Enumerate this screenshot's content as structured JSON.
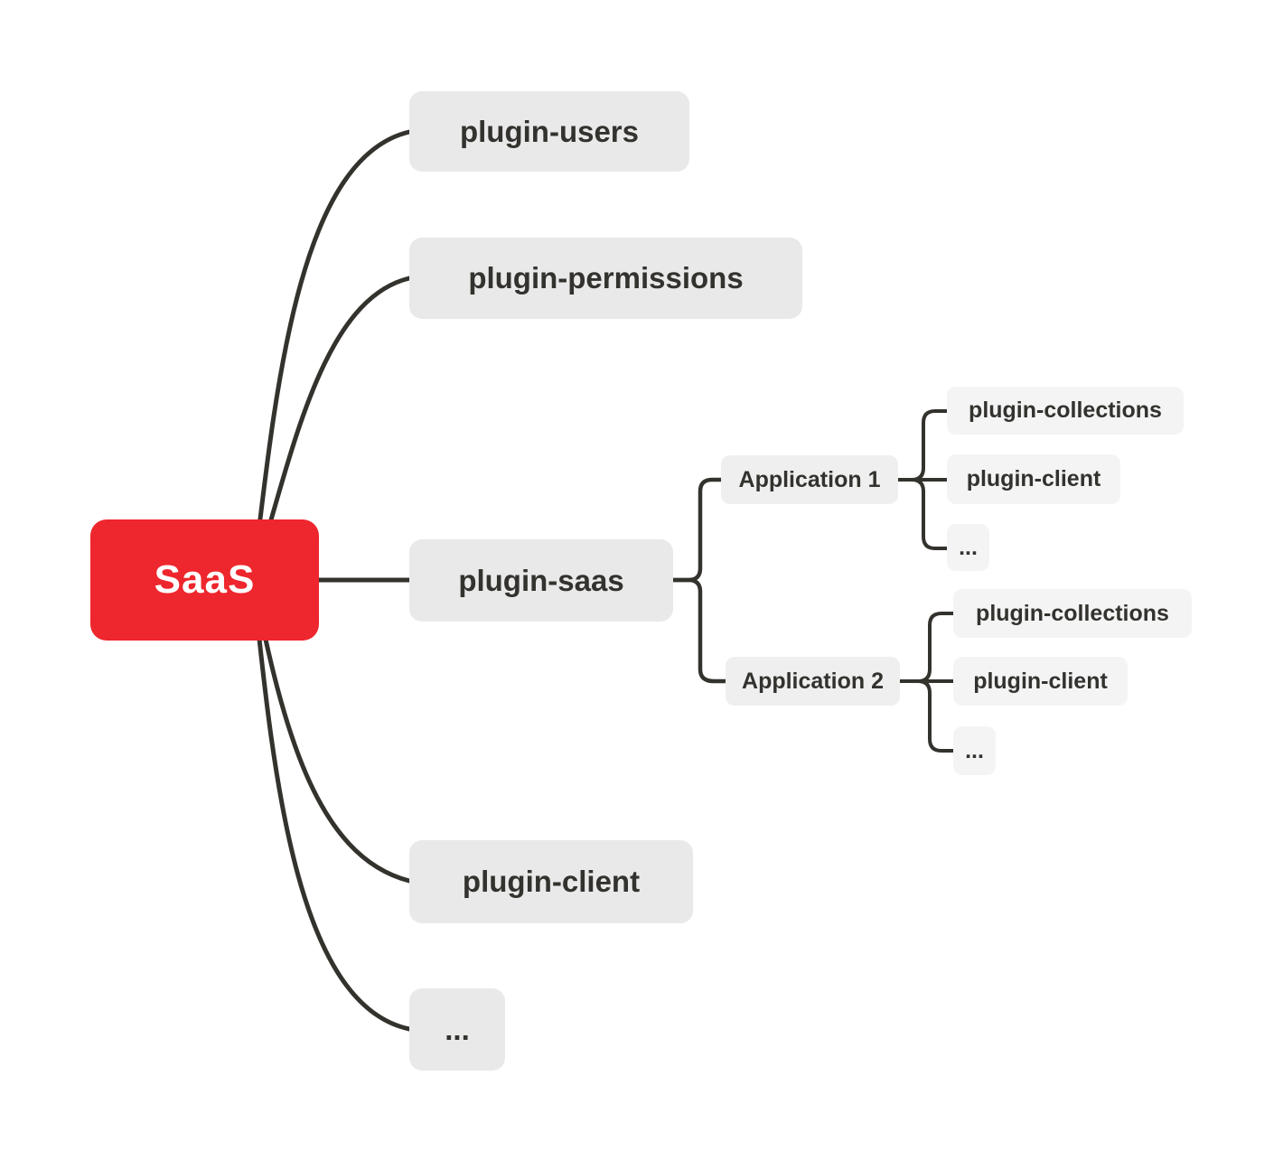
{
  "diagram": {
    "title": "SaaS plugin mind map",
    "colors": {
      "root_bg": "#ee262d",
      "root_text": "#ffffff",
      "node_bg": "#e9e9e9",
      "app_bg": "#efefef",
      "leaf_bg": "#f4f4f4",
      "line": "#34322d",
      "node_text": "#33322e"
    },
    "root": {
      "label": "SaaS"
    },
    "level1": [
      {
        "label": "plugin-users"
      },
      {
        "label": "plugin-permissions"
      },
      {
        "label": "plugin-saas"
      },
      {
        "label": "plugin-client"
      },
      {
        "label": "..."
      }
    ],
    "apps": [
      {
        "label": "Application 1",
        "children": [
          {
            "label": "plugin-collections"
          },
          {
            "label": "plugin-client"
          },
          {
            "label": "..."
          }
        ]
      },
      {
        "label": "Application 2",
        "children": [
          {
            "label": "plugin-collections"
          },
          {
            "label": "plugin-client"
          },
          {
            "label": "..."
          }
        ]
      }
    ]
  }
}
